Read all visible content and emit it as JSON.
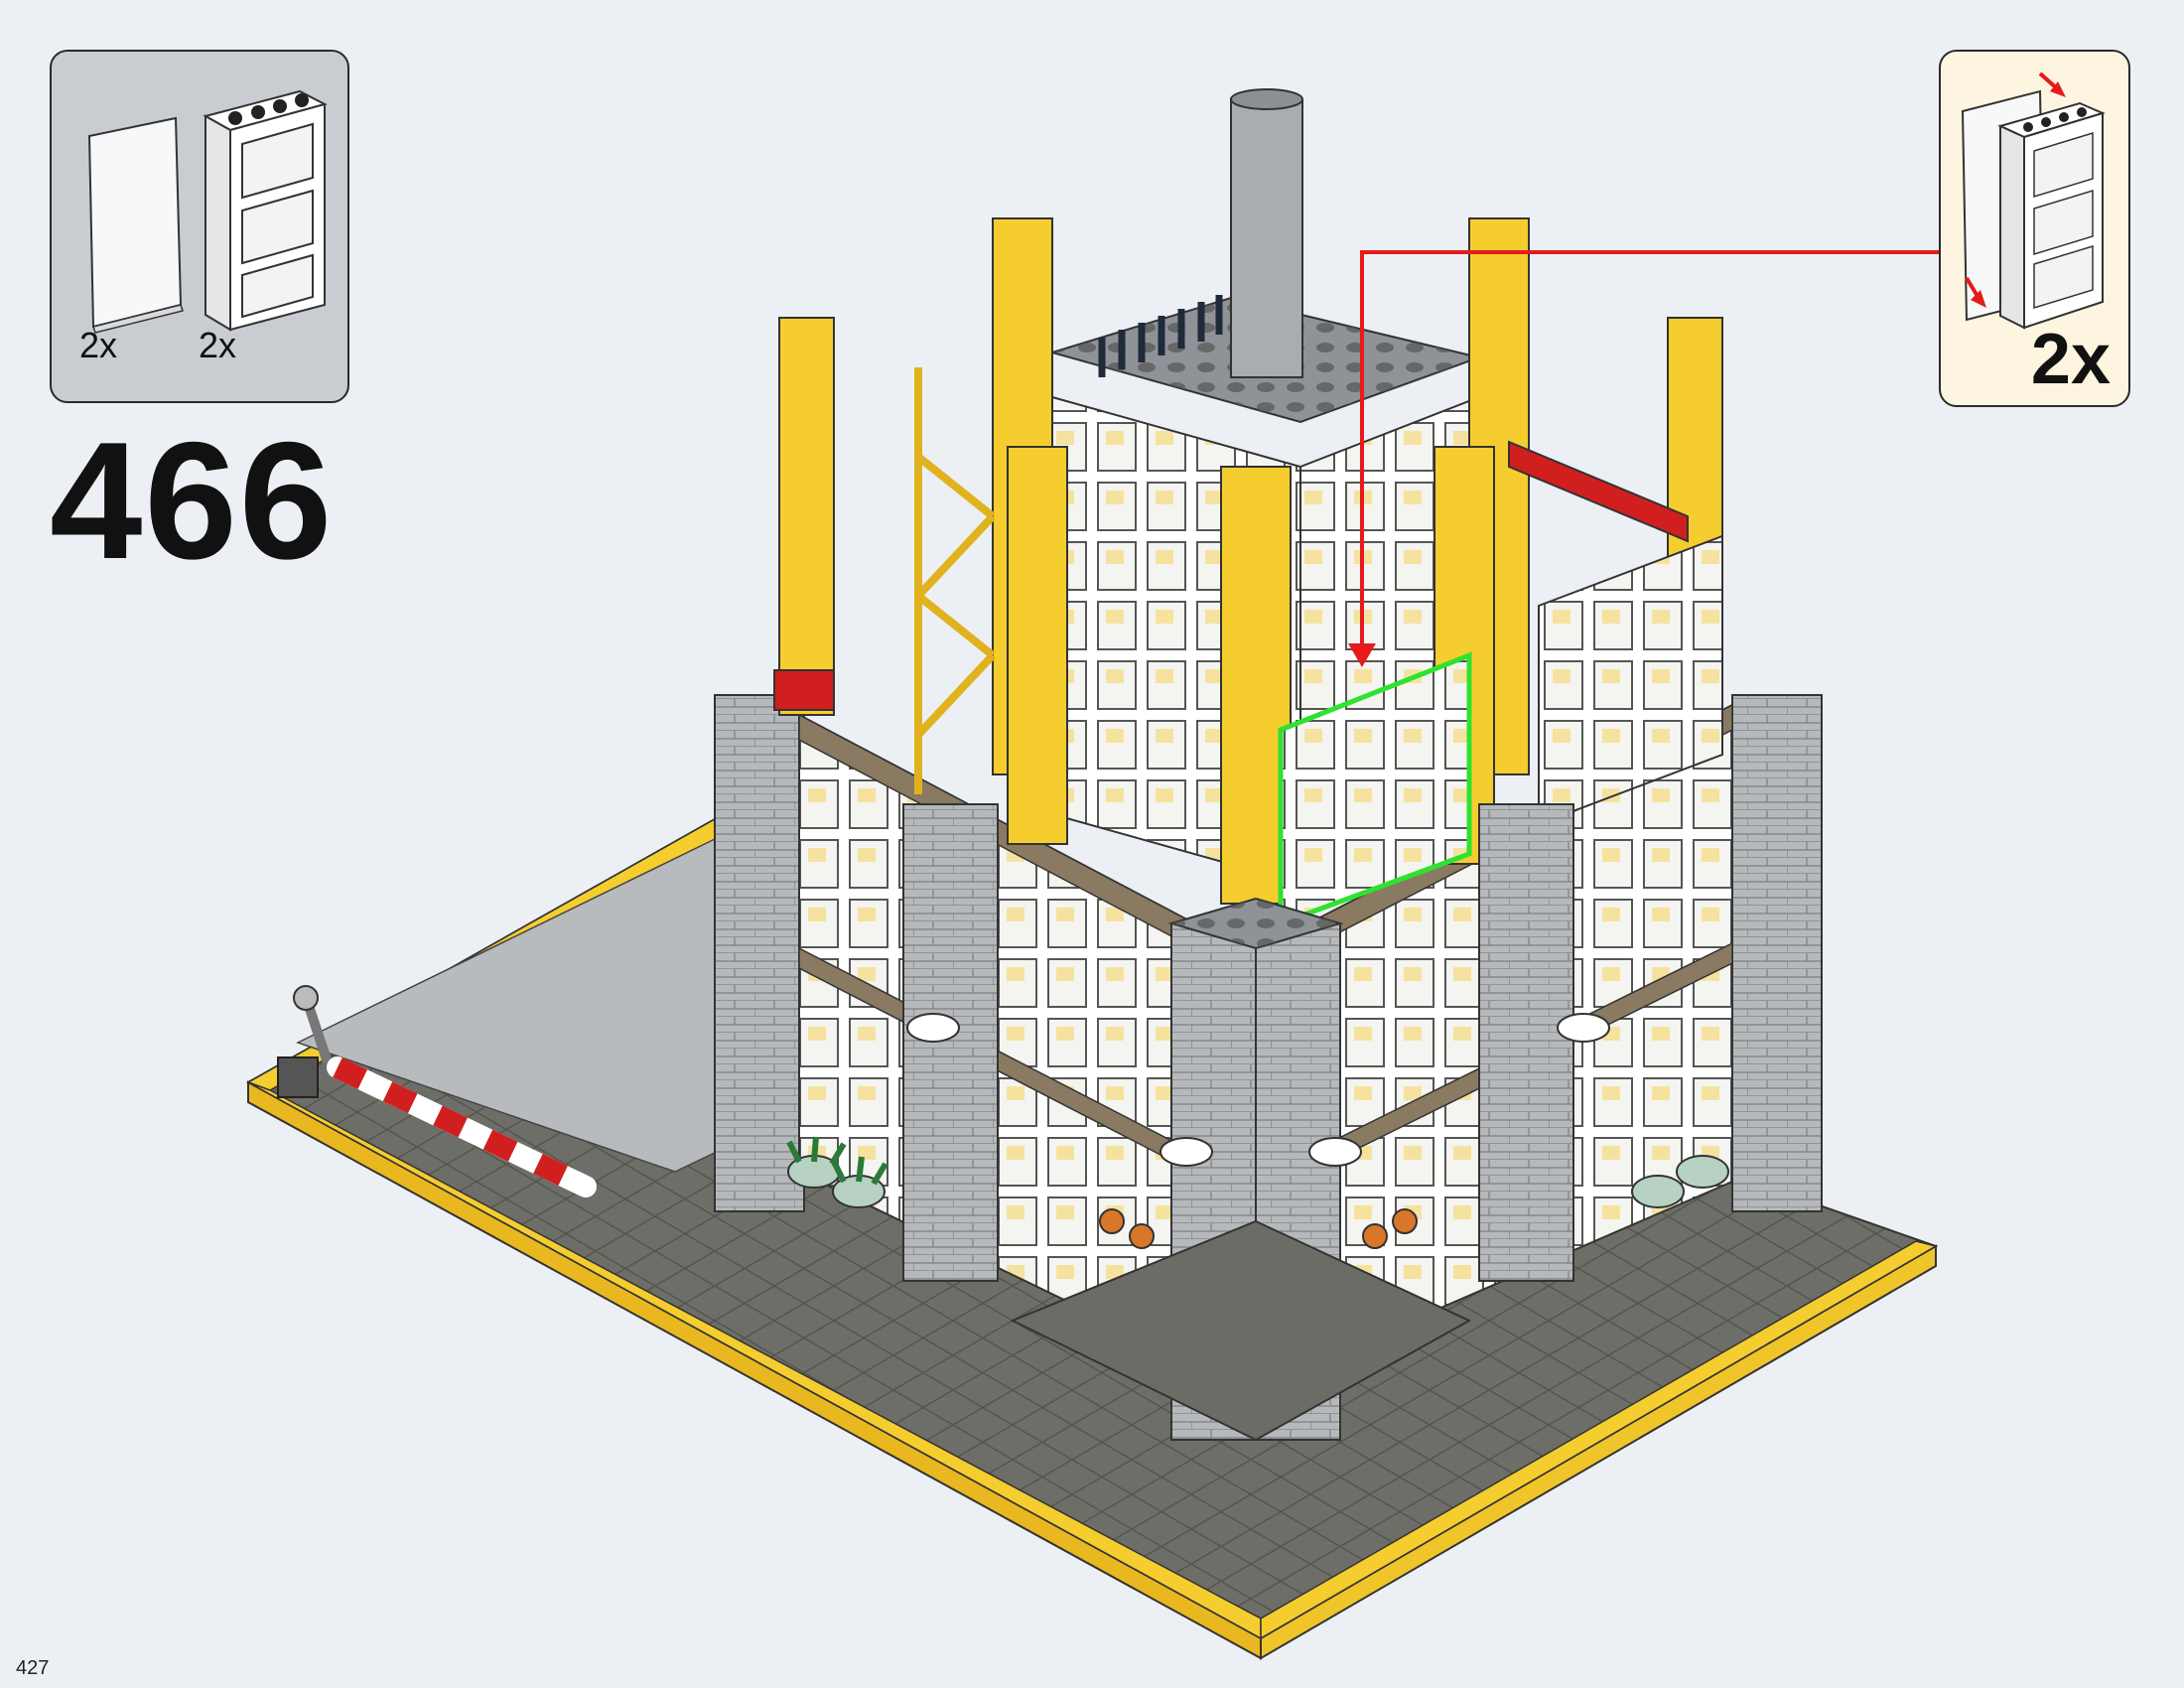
{
  "step": {
    "number": "466"
  },
  "parts_list": {
    "items": [
      {
        "icon": "window-glass-icon",
        "quantity": "2x"
      },
      {
        "icon": "window-frame-icon",
        "quantity": "2x"
      }
    ]
  },
  "callout": {
    "icon": "window-assembly-icon",
    "quantity": "2x"
  },
  "illustration": {
    "icon": "lego-building-model"
  },
  "colors": {
    "background": "#ecf0f4",
    "parts_box_bg": "#c9ccd0",
    "callout_bg": "#fdf5e0",
    "arrow": "#e51b1b",
    "highlight": "#2fe22f",
    "yellow_beam": "#f5cd2f",
    "gray_brick": "#a9adb1"
  },
  "footer": {
    "page_number": "427"
  }
}
